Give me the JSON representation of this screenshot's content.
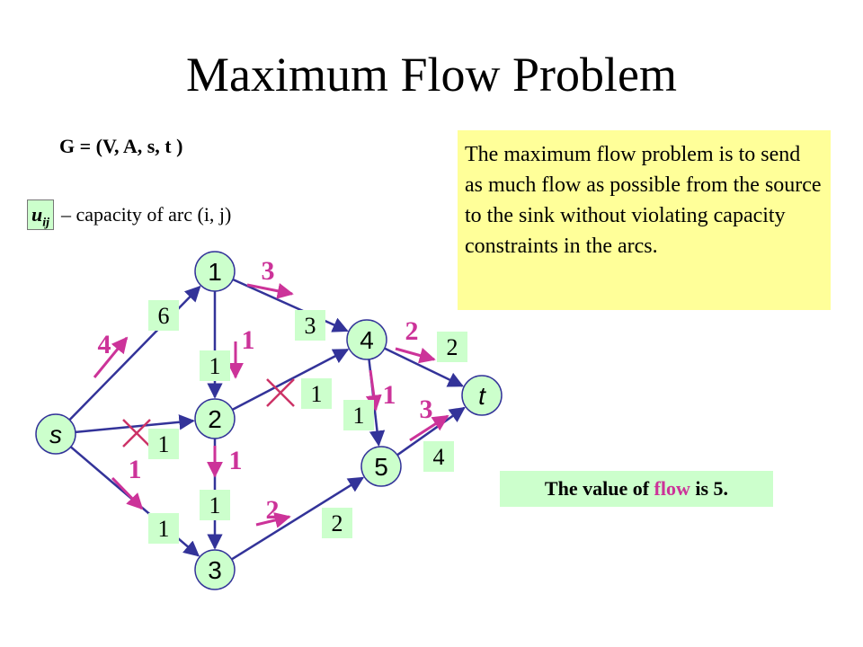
{
  "title": "Maximum Flow Problem",
  "graph_definition": "G = (V, A, s, t )",
  "legend": {
    "symbol_main": "u",
    "symbol_sub": "ij",
    "description": "– capacity of arc (i, j)"
  },
  "description": "The maximum flow problem is to send as much flow as possible from the source to the sink without violating capacity constraints in the arcs.",
  "flow_value": {
    "prefix": "The value of ",
    "highlight": "flow",
    "suffix": " is 5."
  },
  "colors": {
    "arc": "#333399",
    "flow": "#cc3399",
    "cut": "#cc3366",
    "capacity_box": "#ccffcc",
    "description_box": "#ffff99"
  },
  "nodes": [
    {
      "id": "s",
      "label": "s"
    },
    {
      "id": "1",
      "label": "1"
    },
    {
      "id": "2",
      "label": "2"
    },
    {
      "id": "3",
      "label": "3"
    },
    {
      "id": "4",
      "label": "4"
    },
    {
      "id": "5",
      "label": "5"
    },
    {
      "id": "t",
      "label": "t"
    }
  ],
  "arcs": [
    {
      "from": "s",
      "to": "1",
      "capacity": "6",
      "flow": "4",
      "cut": false
    },
    {
      "from": "s",
      "to": "2",
      "capacity": "1",
      "flow": "",
      "cut": true
    },
    {
      "from": "s",
      "to": "3",
      "capacity": "1",
      "flow": "1",
      "cut": false
    },
    {
      "from": "1",
      "to": "2",
      "capacity": "1",
      "flow": "1",
      "cut": false
    },
    {
      "from": "1",
      "to": "4",
      "capacity": "3",
      "flow": "3",
      "cut": false
    },
    {
      "from": "2",
      "to": "3",
      "capacity": "1",
      "flow": "1",
      "cut": false
    },
    {
      "from": "2",
      "to": "4",
      "capacity": "1",
      "flow": "",
      "cut": true
    },
    {
      "from": "3",
      "to": "5",
      "capacity": "2",
      "flow": "2",
      "cut": false
    },
    {
      "from": "4",
      "to": "5",
      "capacity": "1",
      "flow": "1",
      "cut": false
    },
    {
      "from": "4",
      "to": "t",
      "capacity": "2",
      "flow": "2",
      "cut": false
    },
    {
      "from": "5",
      "to": "t",
      "capacity": "4",
      "flow": "3",
      "cut": false
    }
  ]
}
